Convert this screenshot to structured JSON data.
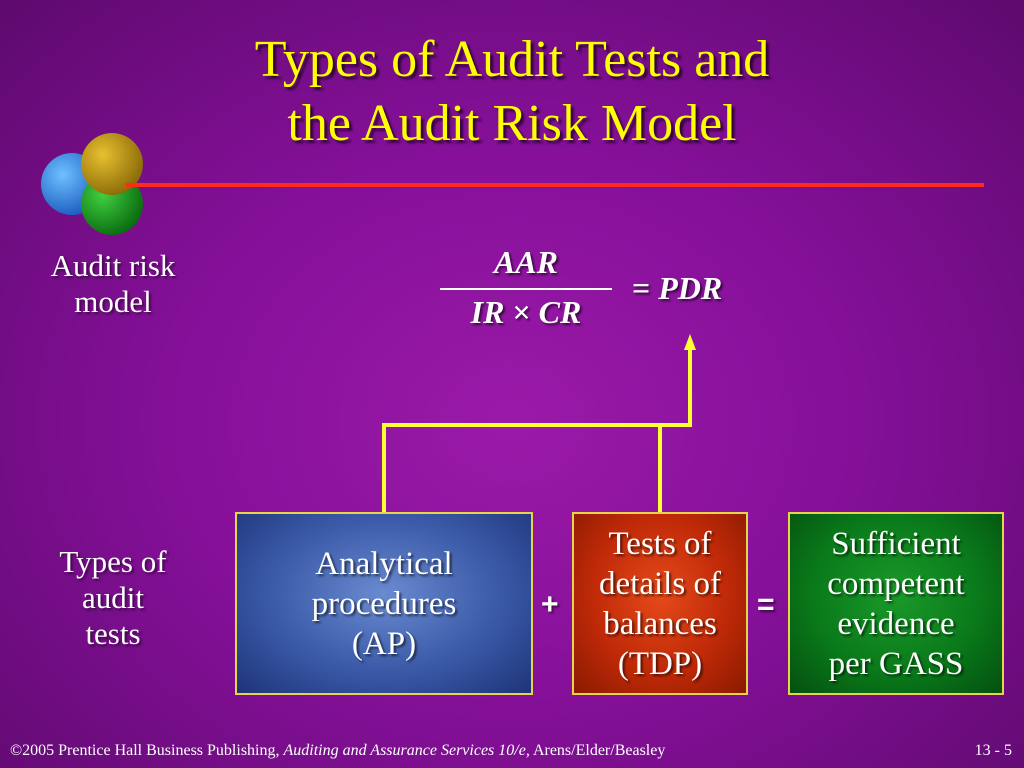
{
  "title": {
    "line1": "Types of Audit Tests and",
    "line2": "the Audit Risk Model"
  },
  "labels": {
    "audit_risk_model": [
      "Audit risk",
      "model"
    ],
    "types_of_audit_tests": [
      "Types of",
      "audit",
      "tests"
    ]
  },
  "formula": {
    "numerator": "AAR",
    "denominator_ir": "IR",
    "times": "×",
    "denominator_cr": "CR",
    "equals": "=",
    "result": "PDR"
  },
  "boxes": {
    "ap": [
      "Analytical",
      "procedures",
      "(AP)"
    ],
    "tdp": [
      "Tests of",
      "details of",
      "balances",
      "(TDP)"
    ],
    "sce": [
      "Sufficient",
      "competent",
      "evidence",
      "per GASS"
    ]
  },
  "operators": {
    "plus": "+",
    "equals": "="
  },
  "footer": {
    "copyright": "©2005 Prentice Hall Business Publishing,",
    "book": "Auditing and Assurance Services 10/e,",
    "authors": "Arens/Elder/Beasley",
    "page": "13 - 5"
  },
  "colors": {
    "title": "#ffff00",
    "connector": "#ffff33",
    "rule": "#ff2a1a",
    "ap_box": "#3a5aa8",
    "tdp_box": "#c02a08",
    "sce_box": "#0a7a1a"
  }
}
